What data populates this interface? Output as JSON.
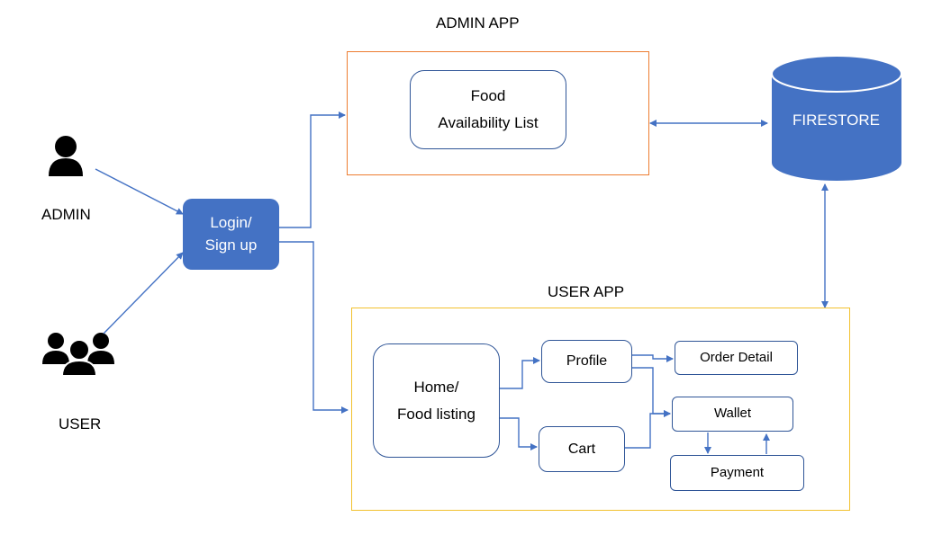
{
  "diagram": {
    "admin_app_title": "ADMIN APP",
    "user_app_title": "USER APP",
    "actor_admin": "ADMIN",
    "actor_user": "USER",
    "login_box": {
      "line1": "Login/",
      "line2": "Sign up"
    },
    "food_box": {
      "line1": "Food",
      "line2": "Availability List"
    },
    "firestore": "FIRESTORE",
    "home_box": {
      "line1": "Home/",
      "line2": "Food listing"
    },
    "profile": "Profile",
    "cart": "Cart",
    "order_detail": "Order Detail",
    "wallet": "Wallet",
    "payment": "Payment"
  },
  "colors": {
    "connector": "#4472c4",
    "box_border": "#2f5597",
    "login_fill": "#4472c4",
    "database_fill": "#4472c4",
    "admin_app_border": "#ed7d31",
    "user_app_border": "#f2c12e",
    "icon": "#000000"
  },
  "icons": {
    "admin": "single-person-icon",
    "user": "group-people-icon",
    "database": "database-cylinder-icon"
  }
}
